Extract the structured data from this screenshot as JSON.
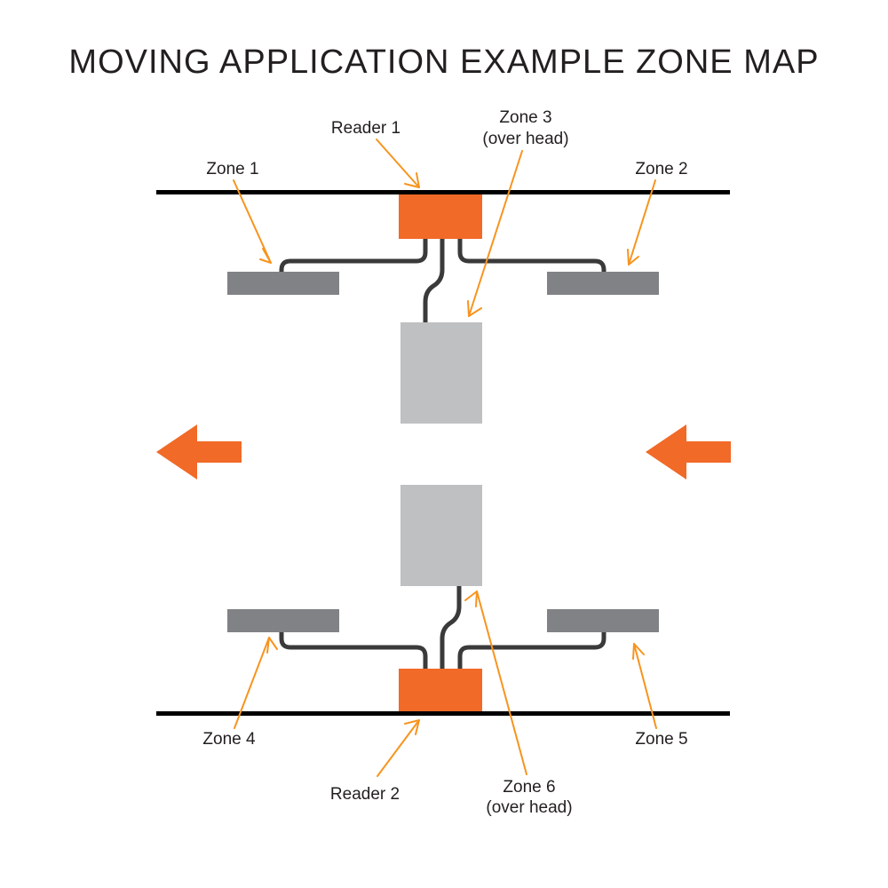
{
  "title": "MOVING APPLICATION EXAMPLE ZONE MAP",
  "colors": {
    "orange": "#F16A28",
    "arrow_orange": "#F7941E",
    "dark_gray": "#808285",
    "light_gray": "#BFC0C2",
    "cable": "#3A3A3A",
    "line": "#000000",
    "text": "#231F20",
    "background": "#FFFFFF"
  },
  "labels": {
    "zone1": "Zone 1",
    "zone2": "Zone 2",
    "zone3_line1": "Zone 3",
    "zone3_line2": "(over head)",
    "zone4": "Zone 4",
    "zone5": "Zone 5",
    "zone6_line1": "Zone 6",
    "zone6_line2": "(over head)",
    "reader1": "Reader 1",
    "reader2": "Reader 2"
  },
  "direction_arrows": {
    "count": 2,
    "direction": "left",
    "label": "travel-direction"
  },
  "elements": {
    "readers": 2,
    "antenna_pads": 4,
    "overhead_antennas": 2,
    "walls": 2
  }
}
